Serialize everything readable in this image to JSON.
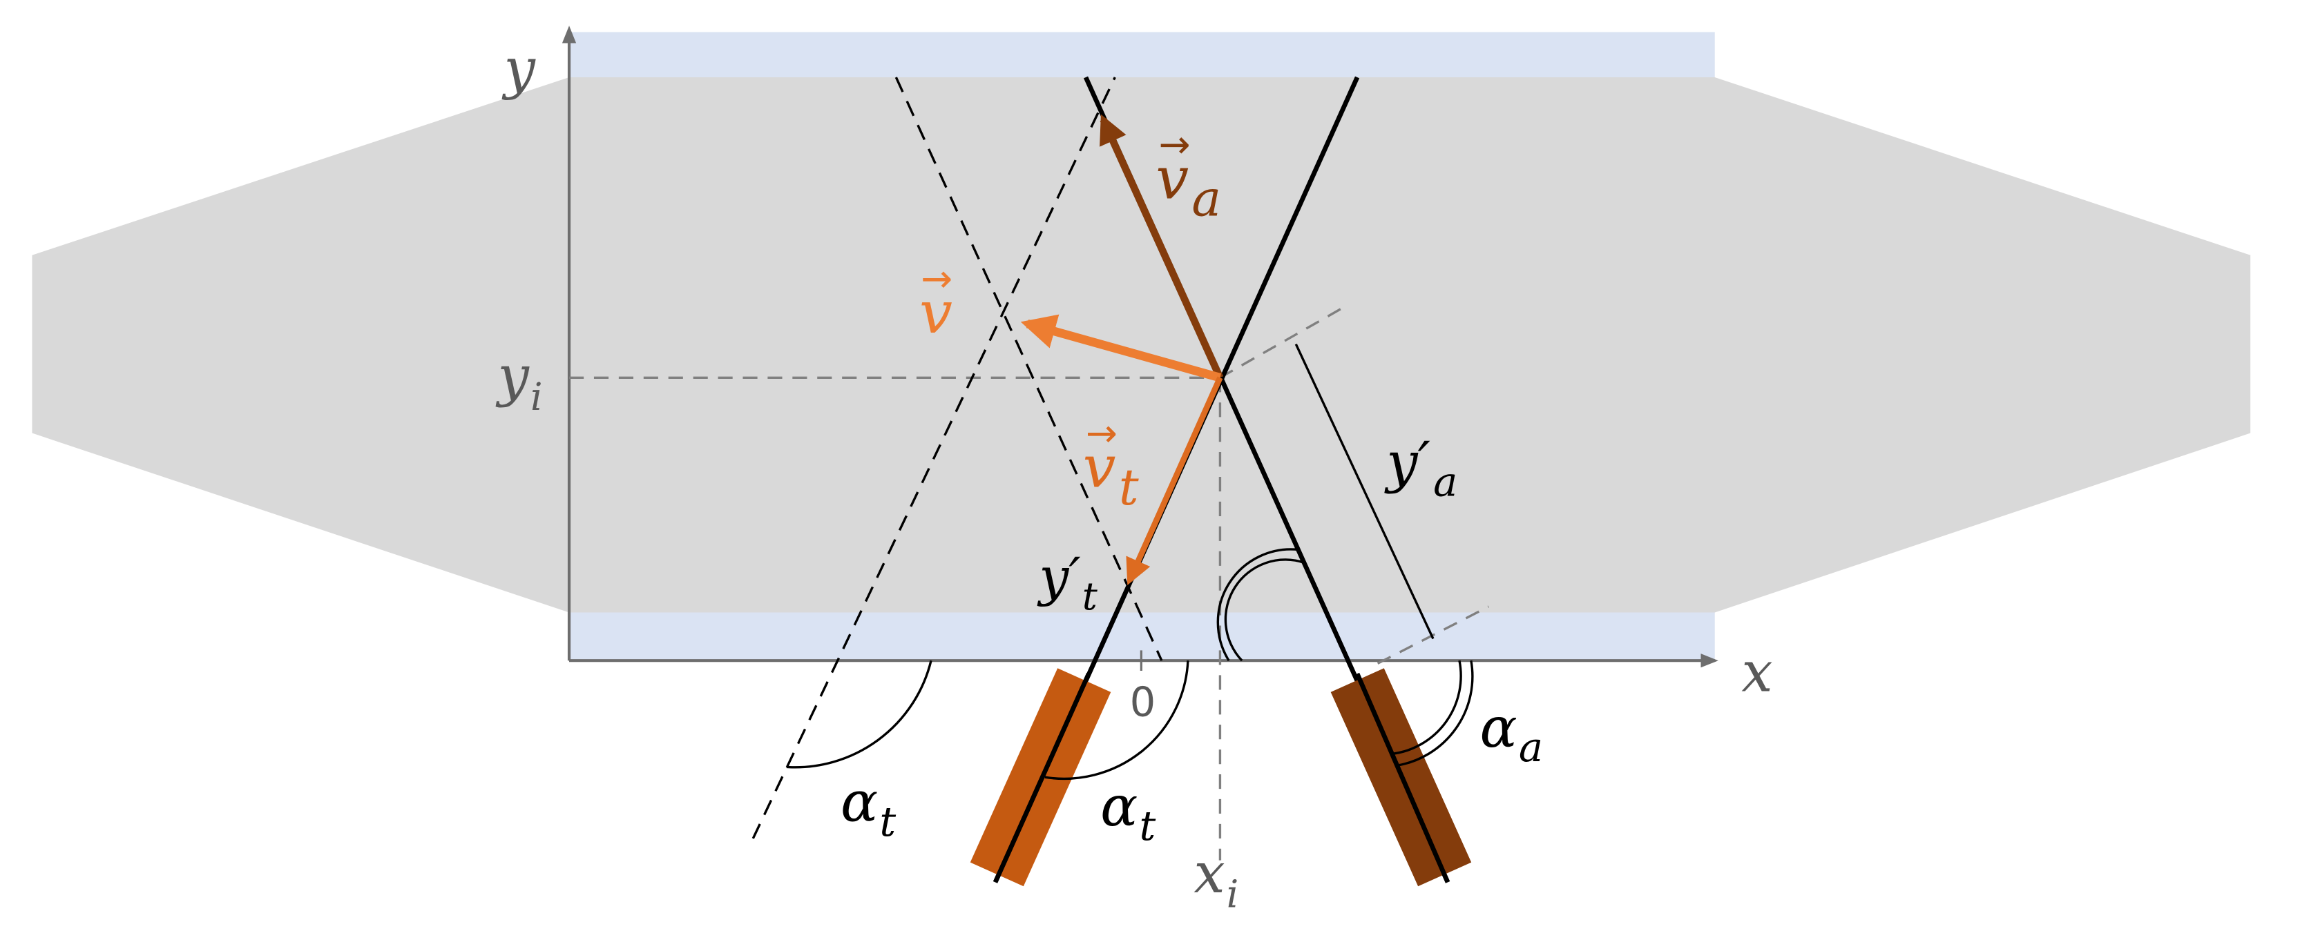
{
  "colors": {
    "tank_fill": "#d9d9d9",
    "boundary_fill": "#dae3f3",
    "axis": "#6e6e6e",
    "guide": "#808080",
    "beam": "#000000",
    "velocity": "#ed7d31",
    "velocity_transmit": "#dd6b20",
    "velocity_axial": "#843c0c",
    "transducer_transmit": "#c55a11",
    "transducer_receive": "#843c0c"
  },
  "labels": {
    "y_axis": "y",
    "x_axis": "x",
    "origin": "0",
    "y_i": "y",
    "y_i_sub": "i",
    "x_i": "x",
    "x_i_sub": "i",
    "v": "v",
    "v_a": "v",
    "v_a_sub": "a",
    "v_t": "v",
    "v_t_sub": "t",
    "y_prime_a": "y′",
    "y_prime_a_sub": "a",
    "y_prime_t": "y′",
    "y_prime_t_sub": "t",
    "alpha_t_left": "α",
    "alpha_t_left_sub": "t",
    "alpha_t_right": "α",
    "alpha_t_right_sub": "t",
    "alpha_a": "α",
    "alpha_a_sub": "a",
    "arrow_accent": "⃗"
  }
}
